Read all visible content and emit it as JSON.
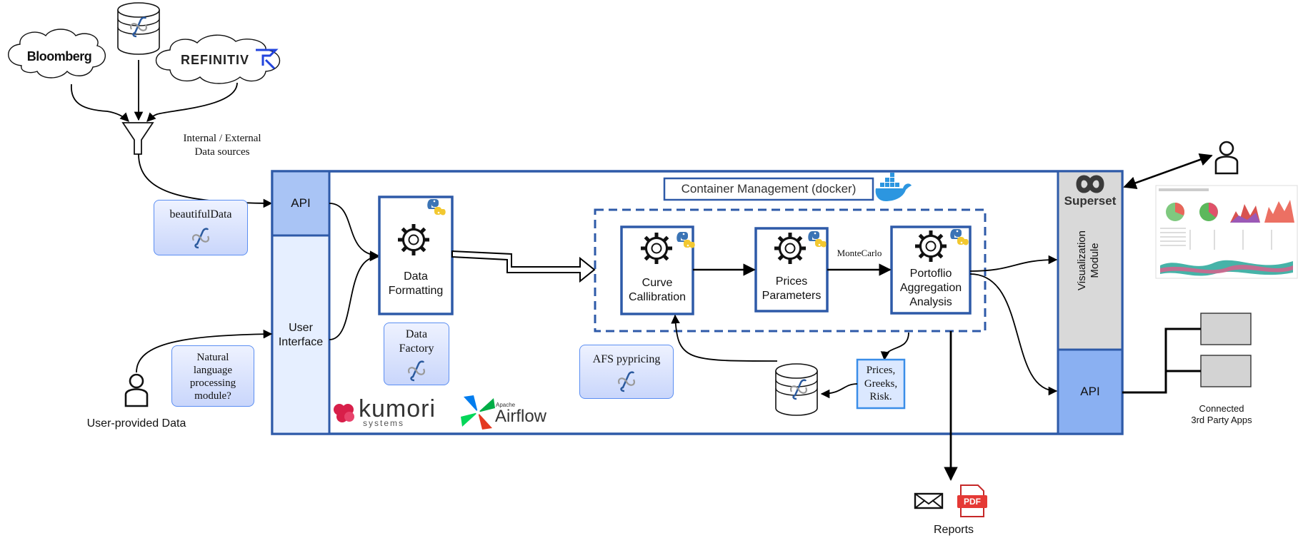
{
  "sources": {
    "bloomberg": "Bloomberg",
    "refinitiv": "REFINITIV",
    "funnel_caption_line1": "Internal / External",
    "funnel_caption_line2": "Data sources"
  },
  "platform": {
    "api_left": "API",
    "user_interface": "User Interface",
    "container_title": "Container Management (docker)",
    "kumori_name": "kumori",
    "kumori_sub": "systems",
    "airflow_small": "Apache",
    "airflow_name": "Airflow"
  },
  "modules": {
    "data_formatting": "Data Formatting",
    "curve_calibration": "Curve Callibration",
    "prices_parameters": "Prices Parameters",
    "portfolio_analysis": "Portoflio Aggregation Analysis",
    "montecarlo": "MonteCarlo",
    "outputs": "Prices, Greeks, Risk."
  },
  "tags": {
    "beautiful_data": "beautifulData",
    "nlp": "Natural language processing module?",
    "data_factory": "Data Factory",
    "afs_pypricing": "AFS pypricing"
  },
  "visualization": {
    "superset": "Superset",
    "module": "Visualization Module",
    "api_right": "API"
  },
  "external": {
    "user_provided": "User-provided Data",
    "reports": "Reports",
    "pdf": "PDF",
    "connected_apps_line1": "Connected",
    "connected_apps_line2": "3rd Party Apps"
  },
  "colors": {
    "frame_blue": "#2e5aa8",
    "api_fill": "#a9c4f5",
    "ui_fill": "#e6efff",
    "viz_fill": "#d9d9d9",
    "tag_border": "#5b8ef2",
    "kumori_red": "#d81f4a"
  }
}
